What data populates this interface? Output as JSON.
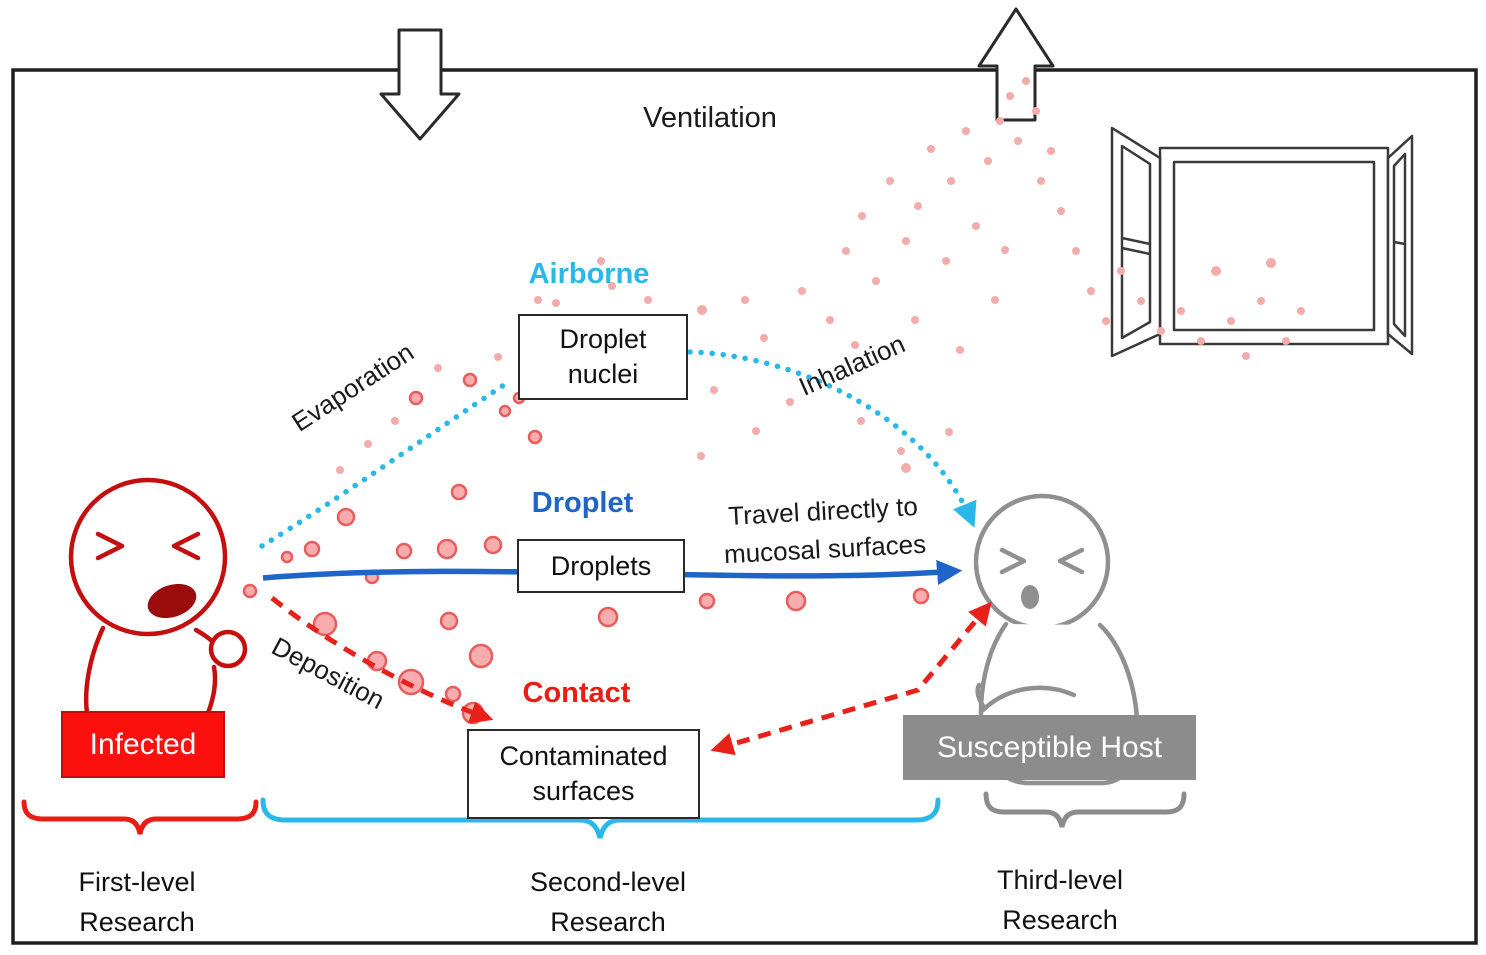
{
  "ventilation": {
    "label": "Ventilation"
  },
  "routes": {
    "airborne": {
      "title": "Airborne",
      "color": "#29b8ea",
      "box_line1": "Droplet",
      "box_line2": "nuclei",
      "process_label": "Evaporation",
      "transfer_label": "Inhalation"
    },
    "droplet": {
      "title": "Droplet",
      "color": "#1f64c8",
      "box_label": "Droplets",
      "transfer_line1": "Travel directly to",
      "transfer_line2": "mucosal surfaces"
    },
    "contact": {
      "title": "Contact",
      "color": "#ea1c16",
      "box_line1": "Contaminated",
      "box_line2": "surfaces",
      "process_label": "Deposition"
    }
  },
  "actors": {
    "infected": {
      "label": "Infected",
      "color": "#fb100d"
    },
    "susceptible_host": {
      "label": "Susceptible Host",
      "color": "#8c8c8c"
    }
  },
  "research_levels": {
    "first": {
      "line1": "First-level",
      "line2": "Research",
      "brace_color": "#ea1c16"
    },
    "second": {
      "line1": "Second-level",
      "line2": "Research",
      "brace_color": "#29b8ea"
    },
    "third": {
      "line1": "Third-level",
      "line2": "Research",
      "brace_color": "#8c8c8c"
    }
  }
}
